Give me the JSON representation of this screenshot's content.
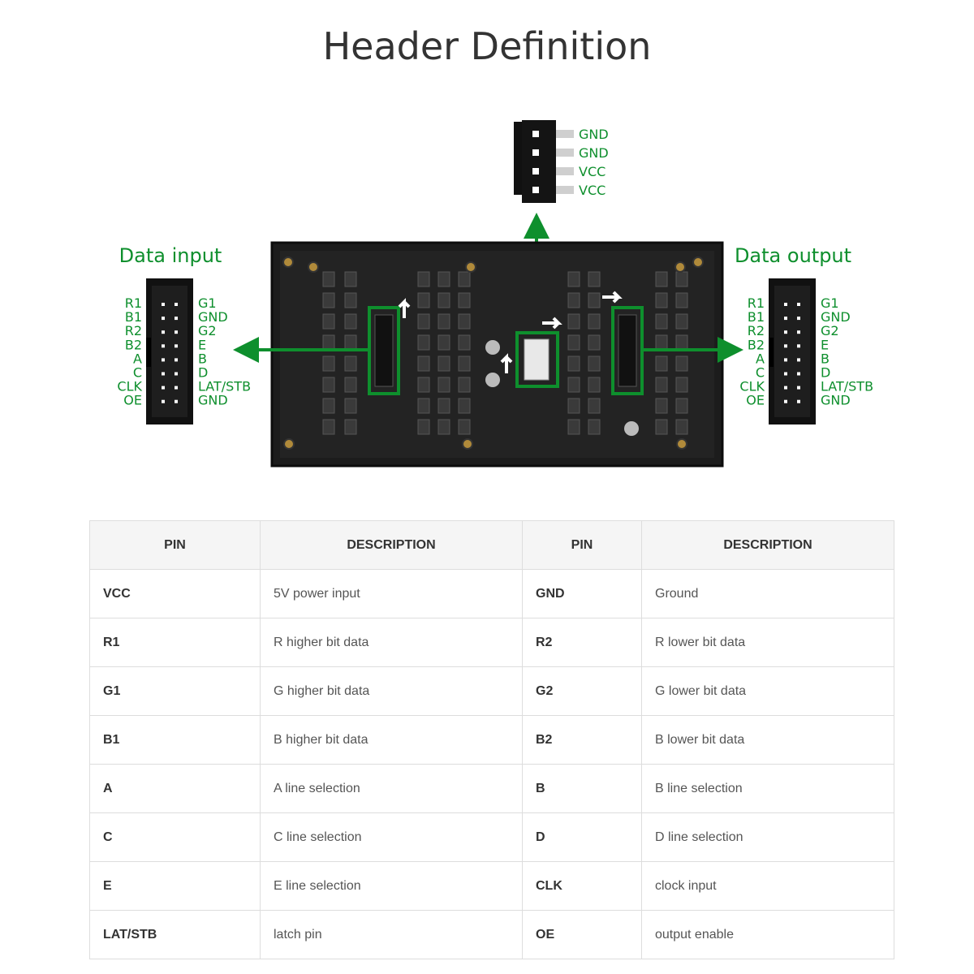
{
  "title": "Header Definition",
  "data_input": {
    "title": "Data input",
    "left_pins": [
      "R1",
      "B1",
      "R2",
      "B2",
      "A",
      "C",
      "CLK",
      "OE"
    ],
    "right_pins": [
      "G1",
      "GND",
      "G2",
      "E",
      "B",
      "D",
      "LAT/STB",
      "GND"
    ]
  },
  "data_output": {
    "title": "Data output",
    "left_pins": [
      "R1",
      "B1",
      "R2",
      "B2",
      "A",
      "C",
      "CLK",
      "OE"
    ],
    "right_pins": [
      "G1",
      "GND",
      "G2",
      "E",
      "B",
      "D",
      "LAT/STB",
      "GND"
    ]
  },
  "power_connector": {
    "pins": [
      "GND",
      "GND",
      "VCC",
      "VCC"
    ]
  },
  "colors": {
    "accent_green": "#0e8f2d",
    "board": "#1c1c1c"
  },
  "table": {
    "headers": [
      "PIN",
      "DESCRIPTION",
      "PIN",
      "DESCRIPTION"
    ],
    "rows": [
      [
        "VCC",
        "5V power input",
        "GND",
        "Ground"
      ],
      [
        "R1",
        "R higher bit data",
        "R2",
        "R lower bit data"
      ],
      [
        "G1",
        "G higher bit data",
        "G2",
        "G lower bit data"
      ],
      [
        "B1",
        "B higher bit data",
        "B2",
        "B lower bit data"
      ],
      [
        "A",
        "A line selection",
        "B",
        "B line selection"
      ],
      [
        "C",
        "C line selection",
        "D",
        "D line selection"
      ],
      [
        "E",
        "E line selection",
        "CLK",
        "clock input"
      ],
      [
        "LAT/STB",
        "latch pin",
        "OE",
        "output enable"
      ]
    ]
  }
}
